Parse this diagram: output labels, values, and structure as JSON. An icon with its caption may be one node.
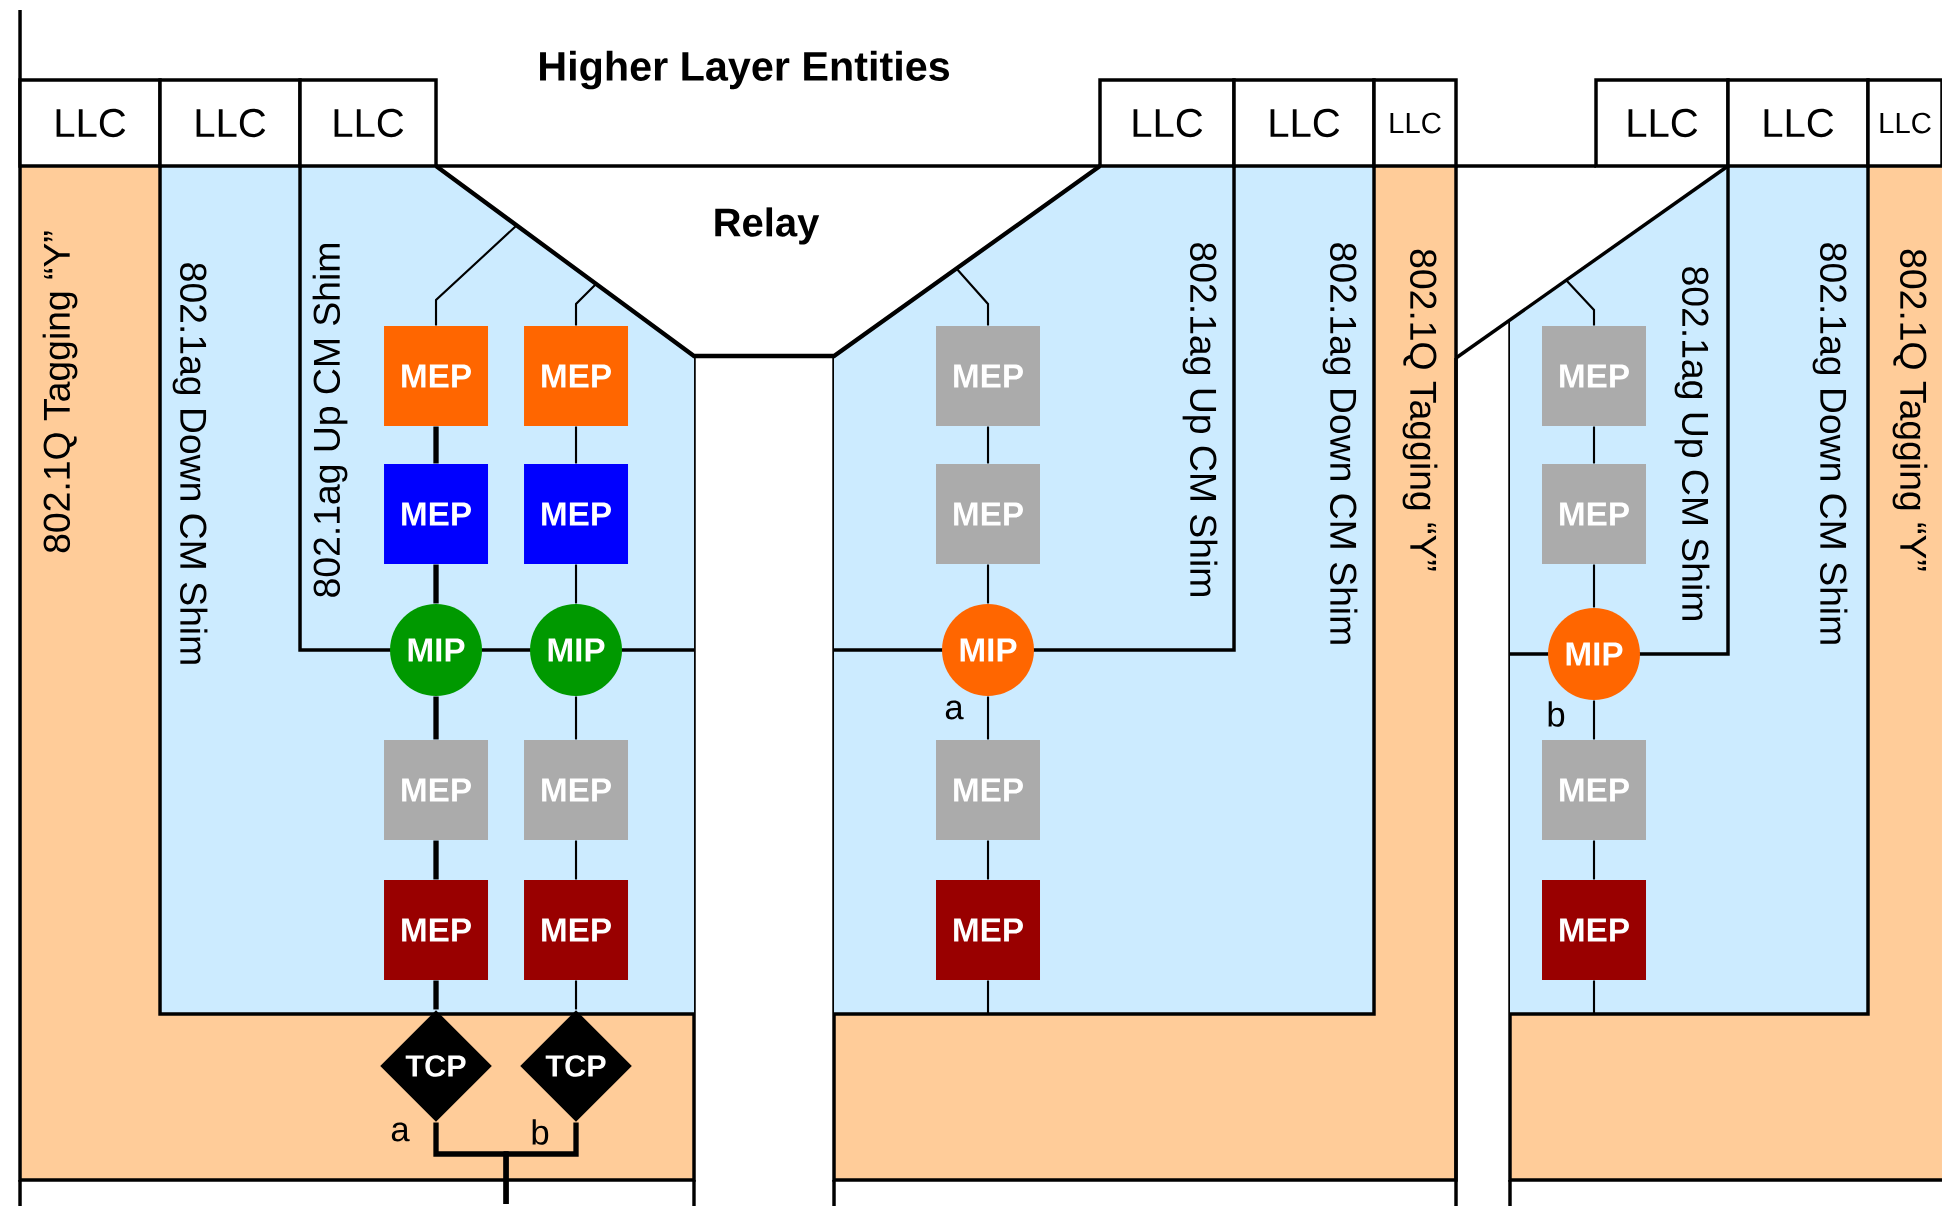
{
  "diagram": {
    "nodes": [
      {
        "text": [
          "LLC"
        ]
      },
      {
        "text": [
          "LLC"
        ]
      },
      {
        "text": [
          "LLC"
        ]
      },
      {
        "text": [
          "LLC"
        ]
      },
      {
        "text": [
          "LLC"
        ]
      },
      {
        "text": [
          "LLC"
        ]
      },
      {
        "text": [
          "LLC"
        ]
      },
      {
        "text": [
          "LLC"
        ]
      },
      {
        "text": [
          "LLC"
        ]
      },
      {
        "text": [
          "Relay"
        ]
      },
      {
        "text": [
          "802.1Q Tagging “Y”"
        ]
      },
      {
        "text": [
          "802.1ag Down CM Shim"
        ],
        "in": 10
      },
      {
        "text": [
          "802.1ag Up CM Shim"
        ],
        "in": 11
      },
      {
        "text": [
          "MEP"
        ],
        "in": 12
      },
      {
        "text": [
          "MEP"
        ],
        "in": 12
      },
      {
        "text": [
          "MEP"
        ],
        "in": 12
      },
      {
        "text": [
          "MEP"
        ],
        "in": 12
      },
      {
        "text": [
          "MIP"
        ],
        "in": 11
      },
      {
        "text": [
          "MIP"
        ],
        "in": 11
      },
      {
        "text": [
          "MEP"
        ],
        "in": 11
      },
      {
        "text": [
          "MEP"
        ],
        "in": 11
      },
      {
        "text": [
          "MEP"
        ],
        "in": 11
      },
      {
        "text": [
          "MEP"
        ],
        "in": 11
      },
      {
        "text": [
          "TCP"
        ],
        "in": 10,
        "beside": [
          "a"
        ]
      },
      {
        "text": [
          "TCP"
        ],
        "in": 10,
        "beside": [
          "b"
        ]
      },
      {
        "text": [
          "802.1Q Tagging “Y”"
        ]
      },
      {
        "text": [
          "802.1ag Down CM Shim"
        ],
        "in": 25
      },
      {
        "text": [
          "802.1ag Up CM Shim"
        ],
        "in": 26
      },
      {
        "text": [
          "MEP"
        ],
        "in": 27
      },
      {
        "text": [
          "MEP"
        ],
        "in": 27
      },
      {
        "text": [
          "MIP"
        ],
        "in": 26,
        "beside": [
          "a"
        ]
      },
      {
        "text": [
          "MEP"
        ],
        "in": 26
      },
      {
        "text": [
          "MEP"
        ],
        "in": 26
      },
      {
        "text": [
          "802.1Q Tagging “Y”"
        ]
      },
      {
        "text": [
          "802.1ag Down CM Shim"
        ],
        "in": 33
      },
      {
        "text": [
          "802.1ag Up CM Shim"
        ],
        "in": 34
      },
      {
        "text": [
          "MEP"
        ],
        "in": 35
      },
      {
        "text": [
          "MEP"
        ],
        "in": 35
      },
      {
        "text": [
          "MIP"
        ],
        "in": 34,
        "beside": [
          "b"
        ]
      },
      {
        "text": [
          "MEP"
        ],
        "in": 34
      },
      {
        "text": [
          "MEP"
        ],
        "in": 34
      }
    ],
    "edges": [
      {
        "from": 13,
        "to": 9,
        "arrow": "none"
      },
      {
        "from": 14,
        "to": 9,
        "arrow": "none"
      },
      {
        "from": 13,
        "to": 15,
        "arrow": "none",
        "style": "thick"
      },
      {
        "from": 15,
        "to": 17,
        "arrow": "none",
        "style": "thick"
      },
      {
        "from": 17,
        "to": 19,
        "arrow": "none",
        "style": "thick"
      },
      {
        "from": 19,
        "to": 21,
        "arrow": "none",
        "style": "thick"
      },
      {
        "from": 21,
        "to": 23,
        "arrow": "none",
        "style": "thick"
      },
      {
        "from": 14,
        "to": 16,
        "arrow": "none"
      },
      {
        "from": 16,
        "to": 18,
        "arrow": "none"
      },
      {
        "from": 18,
        "to": 20,
        "arrow": "none"
      },
      {
        "from": 20,
        "to": 22,
        "arrow": "none"
      },
      {
        "from": 22,
        "to": 24,
        "arrow": "none"
      },
      {
        "from": 23,
        "to": null,
        "arrow": "none",
        "style": "thick"
      },
      {
        "from": 24,
        "to": null,
        "arrow": "none",
        "style": "thick"
      },
      {
        "from": 28,
        "to": 9,
        "arrow": "none"
      },
      {
        "from": 28,
        "to": 29,
        "arrow": "none"
      },
      {
        "from": 29,
        "to": 30,
        "arrow": "none"
      },
      {
        "from": 30,
        "to": 31,
        "arrow": "none"
      },
      {
        "from": 31,
        "to": 32,
        "arrow": "none"
      },
      {
        "from": 32,
        "to": null,
        "arrow": "none"
      },
      {
        "from": null,
        "to": 36,
        "arrow": "none"
      },
      {
        "from": 36,
        "to": 37,
        "arrow": "none"
      },
      {
        "from": 37,
        "to": 38,
        "arrow": "none"
      },
      {
        "from": 38,
        "to": 39,
        "arrow": "none"
      },
      {
        "from": 39,
        "to": 40,
        "arrow": "none"
      },
      {
        "from": 40,
        "to": null,
        "arrow": "none"
      }
    ],
    "labels": [
      "Higher Layer Entities"
    ]
  }
}
